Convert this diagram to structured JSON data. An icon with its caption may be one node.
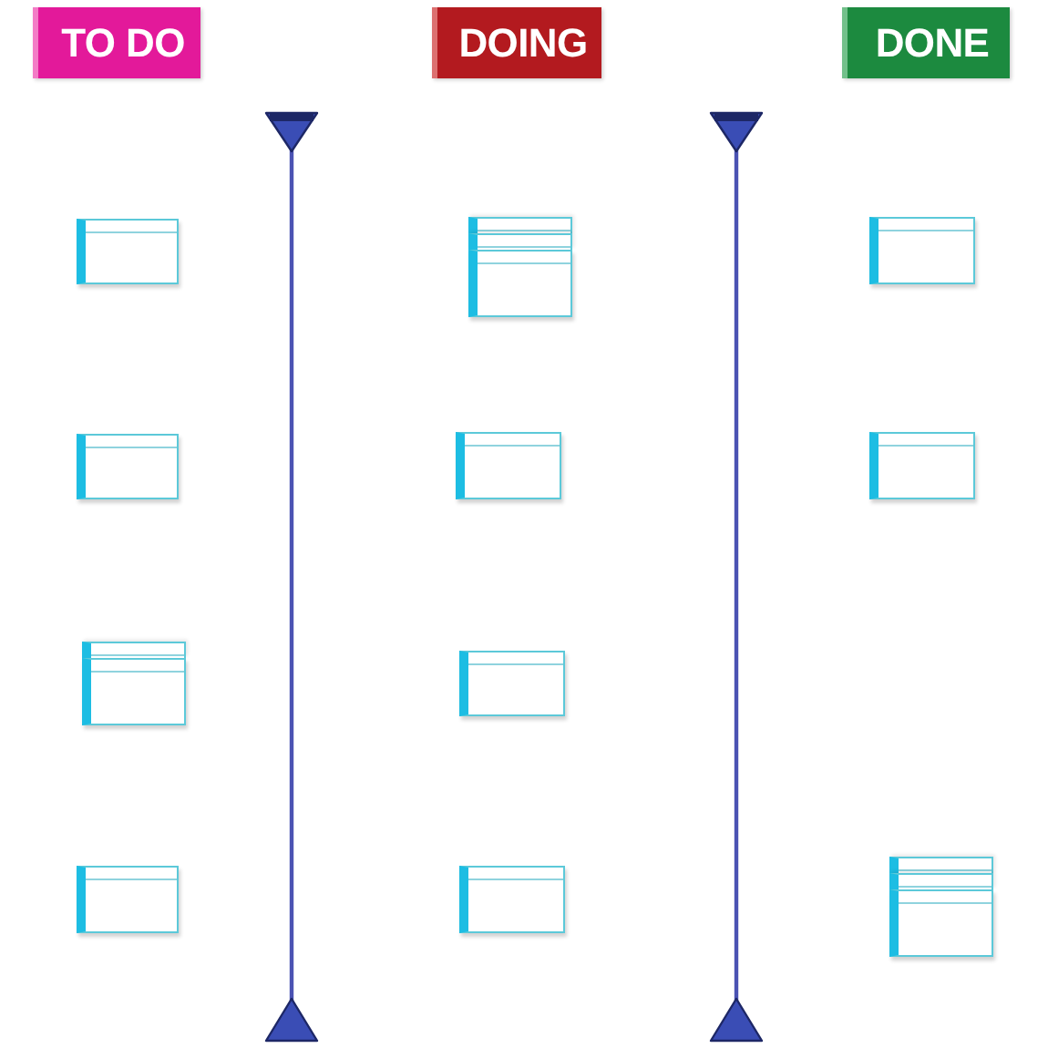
{
  "diagram": {
    "nodes": [
      {
        "text": [
          "TO DO"
        ]
      },
      {
        "text": [
          "DOING"
        ]
      },
      {
        "text": [
          "DONE"
        ]
      },
      {
        "text": [],
        "shape": "box"
      },
      {
        "text": [],
        "shape": "box"
      },
      {
        "text": [],
        "shape": "box"
      },
      {
        "text": [],
        "shape": "box"
      },
      {
        "text": [],
        "shape": "box"
      },
      {
        "text": [],
        "shape": "box"
      },
      {
        "text": [],
        "shape": "box"
      },
      {
        "text": [],
        "shape": "box"
      },
      {
        "text": [],
        "shape": "box"
      },
      {
        "text": [],
        "shape": "box"
      },
      {
        "text": [],
        "shape": "box"
      },
      {
        "text": [],
        "shape": "box"
      },
      {
        "text": [],
        "shape": "box"
      },
      {
        "text": [],
        "shape": "box"
      },
      {
        "text": [],
        "shape": "box"
      },
      {
        "text": [],
        "shape": "box"
      }
    ]
  }
}
